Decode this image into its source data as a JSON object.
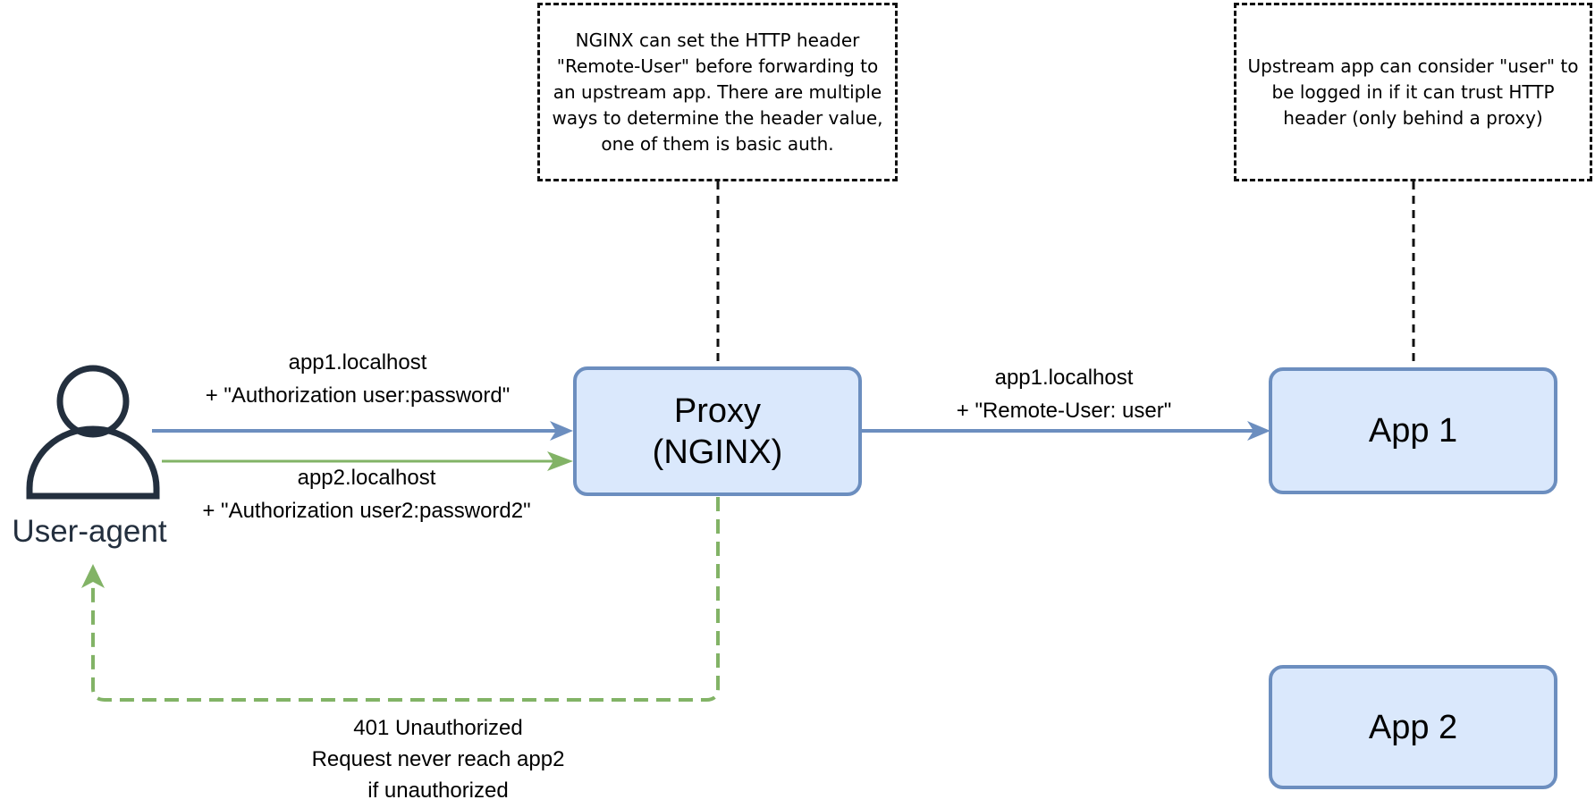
{
  "notes": {
    "proxy_note": "NGINX can set the HTTP header \"Remote-User\" before forwarding to an upstream app. There are multiple ways to determine the header value, one of them is basic auth.",
    "app_note": "Upstream app can consider \"user\" to be logged in if it can trust HTTP header (only behind a proxy)"
  },
  "nodes": {
    "user_agent": "User-agent",
    "proxy_line1": "Proxy",
    "proxy_line2": "(NGINX)",
    "app1": "App 1",
    "app2": "App 2"
  },
  "edges": {
    "ua_to_proxy_app1": "app1.localhost\n+ \"Authorization user:password\"",
    "ua_to_proxy_app2": "app2.localhost\n+ \"Authorization user2:password2\"",
    "proxy_to_app1": "app1.localhost\n+ \"Remote-User: user\"",
    "unauthorized": "401 Unauthorized\nRequest never reach app2\nif unauthorized"
  },
  "colors": {
    "blue_stroke": "#6c8ebf",
    "blue_fill": "#dae8fc",
    "green_stroke": "#82b366",
    "user_icon": "#232f3e"
  }
}
